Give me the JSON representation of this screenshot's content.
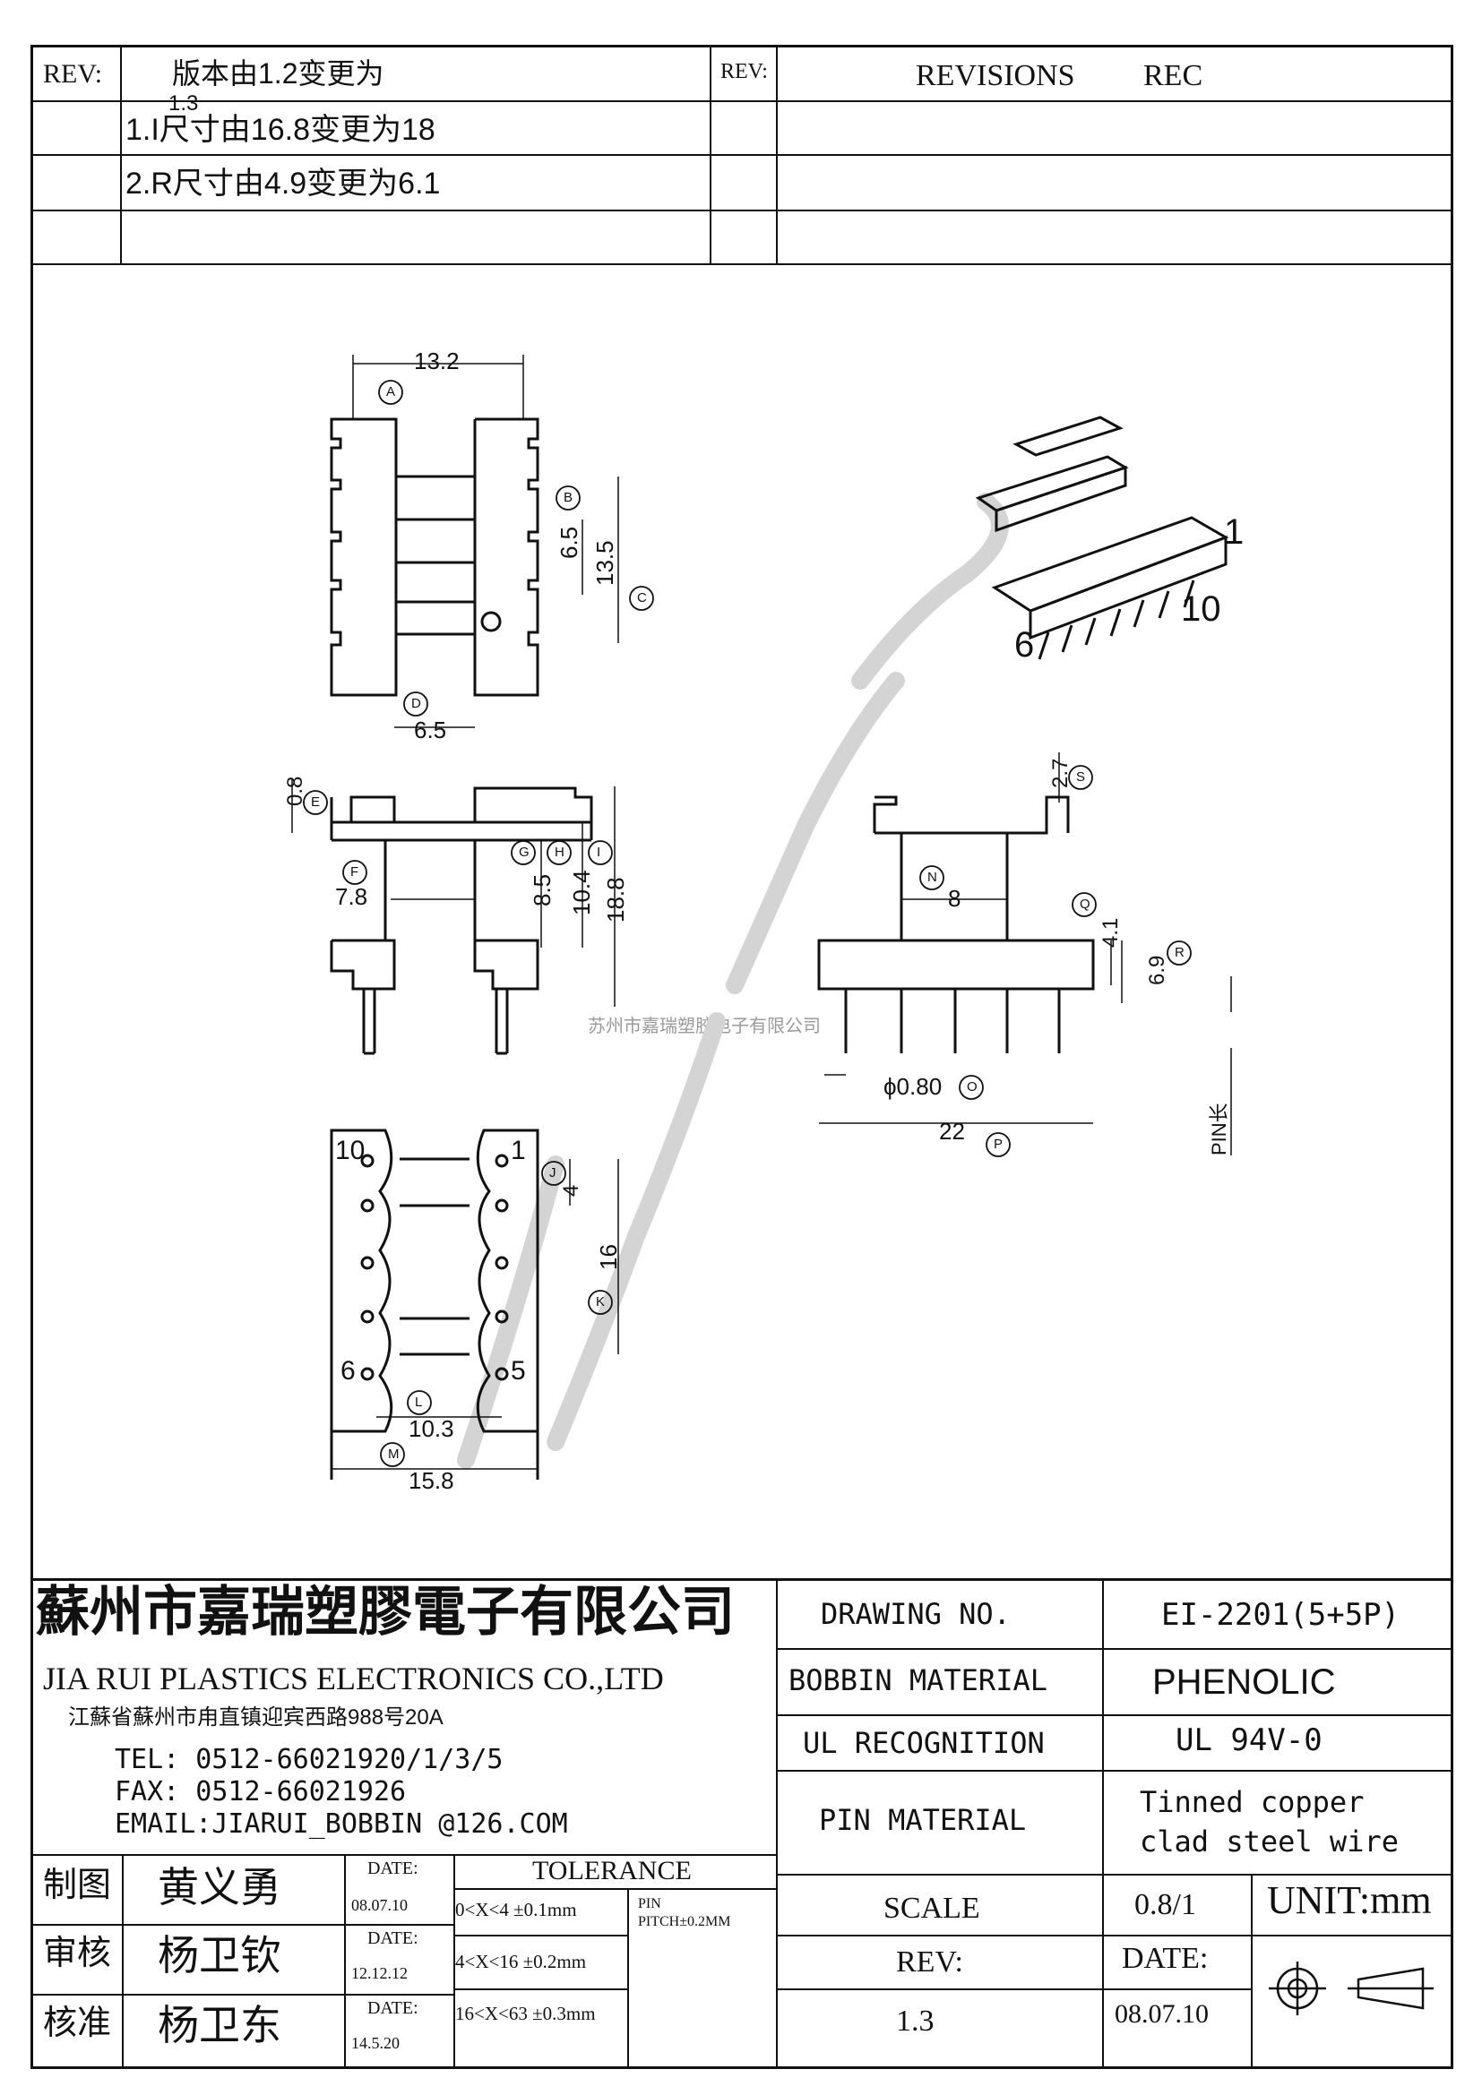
{
  "revision_table": {
    "left_header": "REV:",
    "left_title": "版本由1.2变更为",
    "left_title_sub": "1.3",
    "right_header": "REV:",
    "right_title": "REVISIONS",
    "right_rec": "REC",
    "rows": [
      "1.I尺寸由16.8变更为18",
      "2.R尺寸由4.9变更为6.1",
      ""
    ]
  },
  "top_view": {
    "dim_A": "13.2",
    "label_A": "A",
    "dim_B": "6.5",
    "label_B": "B",
    "dim_C": "13.5",
    "label_C": "C",
    "dim_D": "6.5",
    "label_D": "D"
  },
  "side_view": {
    "dim_E": "0.8",
    "label_E": "E",
    "dim_F": "7.8",
    "label_F": "F",
    "dim_G": "8.5",
    "label_G": "G",
    "dim_H": "10.4",
    "label_H": "H",
    "dim_I": "18.8",
    "label_I": "I"
  },
  "bottom_view": {
    "pin_10": "10",
    "pin_1": "1",
    "pin_6": "6",
    "pin_5": "5",
    "dim_J": "4",
    "label_J": "J",
    "dim_K": "16",
    "label_K": "K",
    "dim_L": "10.3",
    "label_L": "L",
    "dim_M": "15.8",
    "label_M": "M"
  },
  "front_view": {
    "dim_S": "2.7",
    "label_S": "S",
    "dim_N": "8",
    "label_N": "N",
    "dim_Q": "4.1",
    "label_Q": "Q",
    "dim_R": "6.9",
    "label_R": "R",
    "dim_O": "ϕ0.80",
    "label_O": "O",
    "dim_P": "22",
    "label_P": "P",
    "pin_length": "PIN长"
  },
  "iso_view": {
    "pin_1": "1",
    "pin_10": "10",
    "pin_6": "6"
  },
  "watermark": "苏州市嘉瑞塑胶电子有限公司",
  "company": {
    "name_cn": "蘇州市嘉瑞塑膠電子有限公司",
    "name_en": "JIA RUI PLASTICS ELECTRONICS CO.,LTD",
    "address": "江蘇省蘇州市甪直镇迎宾西路988号20A",
    "tel": "TEL: 0512-66021920/1/3/5",
    "fax": "FAX: 0512-66021926",
    "email": "EMAIL:JIARUI_BOBBIN @126.COM"
  },
  "approvals": [
    {
      "role": "制图",
      "name": "黄义勇",
      "date_label": "DATE:",
      "date": "08.07.10"
    },
    {
      "role": "审核",
      "name": "杨卫钦",
      "date_label": "DATE:",
      "date": "12.12.12"
    },
    {
      "role": "核准",
      "name": "杨卫东",
      "date_label": "DATE:",
      "date": "14.5.20"
    }
  ],
  "tolerance": {
    "title": "TOLERANCE",
    "rows": [
      "0<X<4  ±0.1mm",
      "4<X<16 ±0.2mm",
      "16<X<63 ±0.3mm"
    ],
    "pin_label": "PIN",
    "pin_pitch": "PITCH±0.2MM"
  },
  "spec": {
    "drawing_no_label": "DRAWING  NO.",
    "drawing_no": "EI-2201(5+5P)",
    "bobbin_material_label": "BOBBIN  MATERIAL",
    "bobbin_material": "PHENOLIC",
    "ul_label": "UL RECOGNITION",
    "ul_value": "UL 94V-0",
    "pin_material_label": "PIN MATERIAL",
    "pin_material_1": "Tinned copper",
    "pin_material_2": "clad steel wire",
    "scale_label": "SCALE",
    "scale": "0.8/1",
    "unit": "UNIT:mm",
    "rev_label": "REV:",
    "rev": "1.3",
    "date_label": "DATE:",
    "date": "08.07.10"
  }
}
